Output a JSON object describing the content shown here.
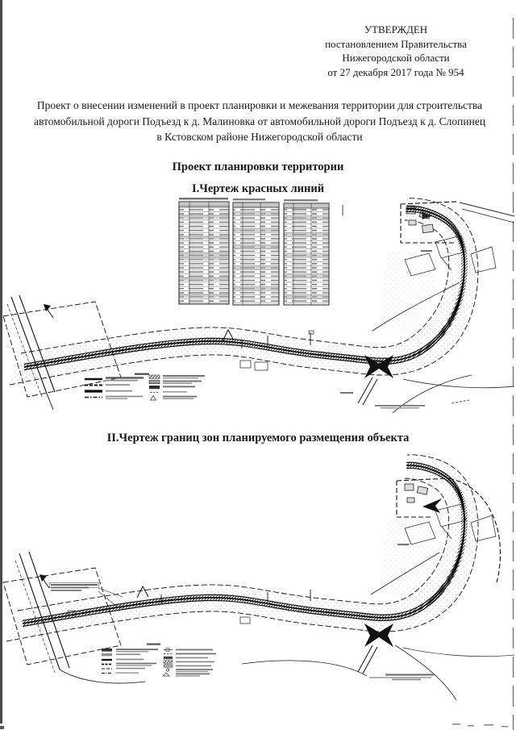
{
  "document": {
    "approval": {
      "line1": "УТВЕРЖДЕН",
      "line2": "постановлением Правительства",
      "line3": "Нижегородской области",
      "line4": "от 27 декабря 2017 года № 954"
    },
    "title": "Проект о внесении изменений в проект планировки и межевания территории для строительства автомобильной дороги Подъезд к д. Малиновка от автомобильной дороги Подъезд к д. Слопинец в Кстовском районе Нижегородской области",
    "section_heading": "Проект планировки территории",
    "drawing1_heading": "I.Чертеж красных линий",
    "drawing2_heading": "II.Чертеж границ зон планируемого размещения объекта"
  }
}
